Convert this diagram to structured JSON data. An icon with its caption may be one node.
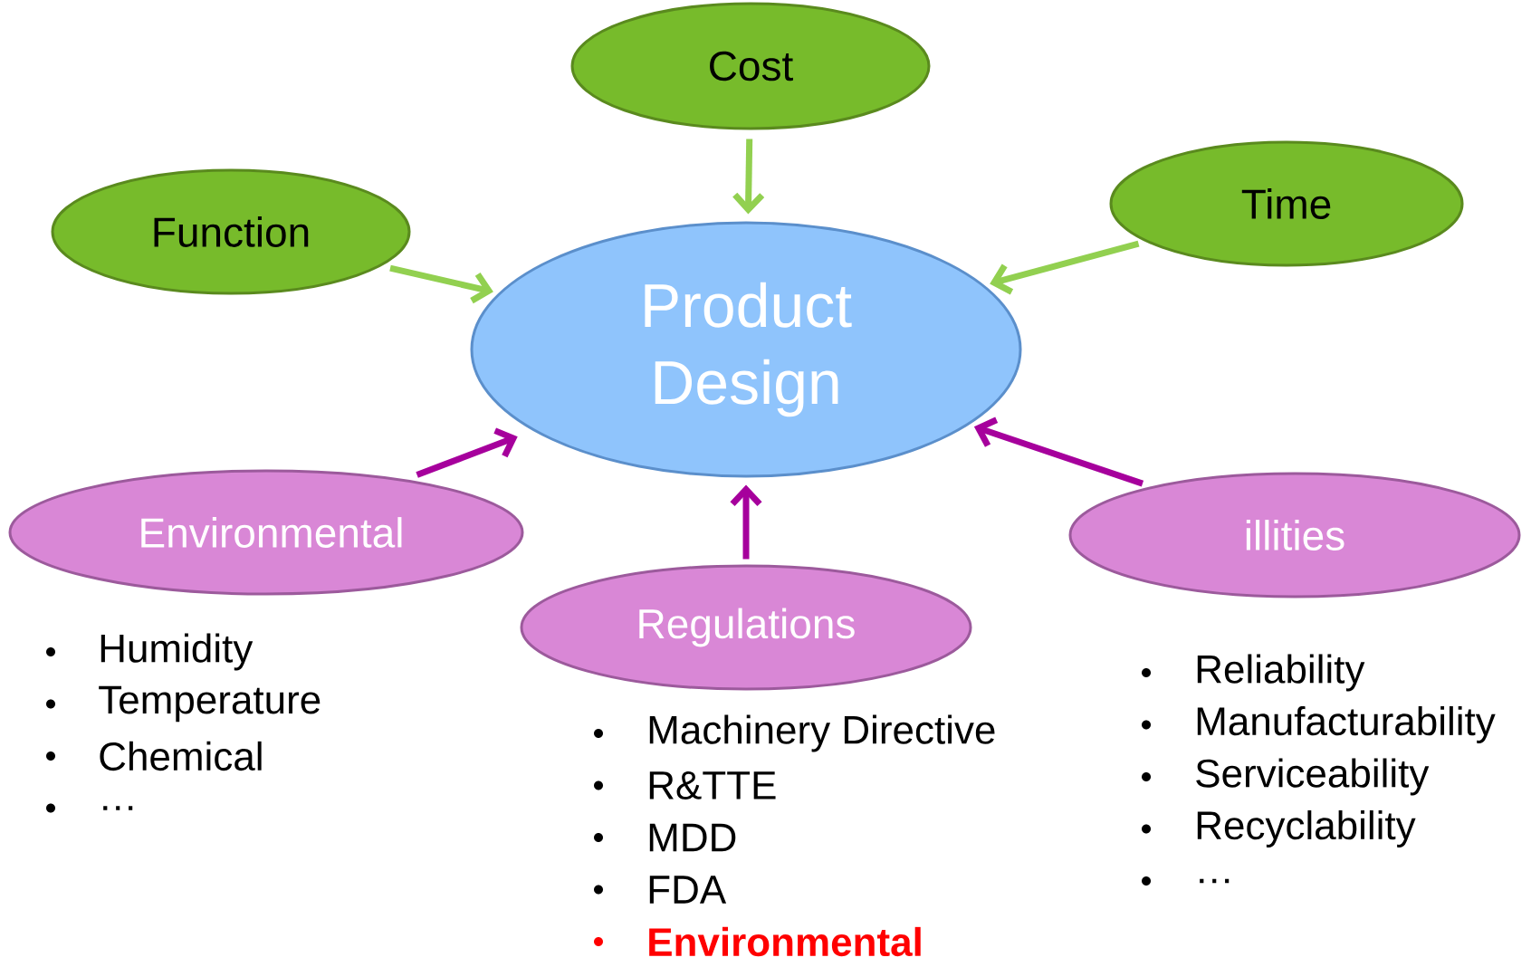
{
  "diagram": {
    "nodes": [
      {
        "text": [
          "Cost"
        ]
      },
      {
        "text": [
          "Function"
        ]
      },
      {
        "text": [
          "Time"
        ]
      },
      {
        "text": [
          "Product Design"
        ]
      },
      {
        "text": [
          "Environmental"
        ],
        "beside": [
          "Humidity",
          "Temperature",
          "Chemical",
          "…"
        ]
      },
      {
        "text": [
          "Regulations"
        ],
        "beside": [
          "Machinery Directive",
          "R&TTE",
          "MDD",
          "FDA",
          "Environmental"
        ]
      },
      {
        "text": [
          "illities"
        ],
        "beside": [
          "Reliability",
          "Manufacturability",
          "Serviceability",
          "Recyclability",
          "…"
        ]
      }
    ],
    "edges": [
      {
        "from": 0,
        "to": 3,
        "arrow": "to",
        "color": "#92d050"
      },
      {
        "from": 1,
        "to": 3,
        "arrow": "to",
        "color": "#92d050"
      },
      {
        "from": 2,
        "to": 3,
        "arrow": "to",
        "color": "#92d050"
      },
      {
        "from": 4,
        "to": 3,
        "arrow": "to",
        "color": "#a6009c"
      },
      {
        "from": 5,
        "to": 3,
        "arrow": "to",
        "color": "#a6009c"
      },
      {
        "from": 6,
        "to": 3,
        "arrow": "to",
        "color": "#a6009c"
      }
    ]
  }
}
